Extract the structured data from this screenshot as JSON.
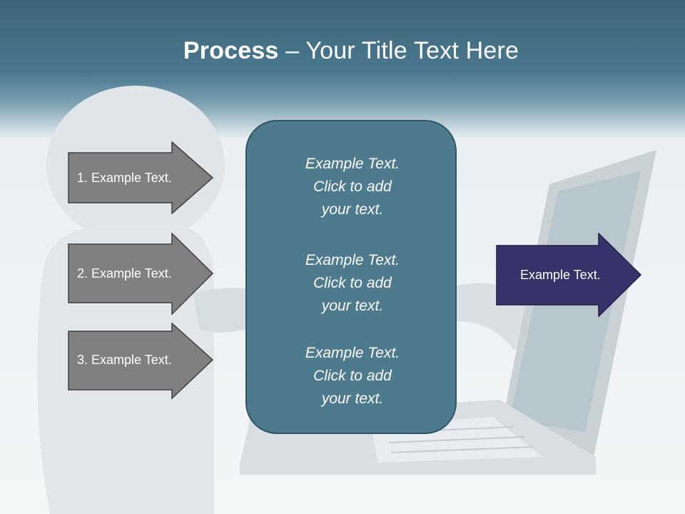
{
  "slide": {
    "title_bold": "Process",
    "title_rest": " – Your Title Text Here"
  },
  "center_box": {
    "blocks": [
      "Example Text.\nClick  to add\nyour text.",
      "Example Text.\nClick  to add\nyour text.",
      "Example Text.\nClick  to add\nyour text."
    ]
  },
  "left_arrows": [
    {
      "label": "1. Example Text."
    },
    {
      "label": "2. Example Text."
    },
    {
      "label": "3. Example Text."
    }
  ],
  "right_arrow": {
    "label": "Example Text."
  },
  "colors": {
    "header": "#44707f",
    "center_box": "#4d7a8d",
    "left_arrow_fill": "#808080",
    "right_arrow_fill": "#35336a"
  }
}
